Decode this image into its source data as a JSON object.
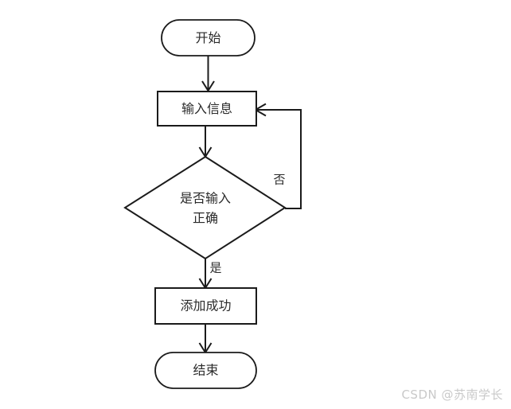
{
  "diagram": {
    "type": "flowchart",
    "title": "",
    "background_color": "#ffffff",
    "stroke_color": "#1b1b1b",
    "text_color": "#2b2b2b",
    "nodes": [
      {
        "id": "start",
        "shape": "terminator",
        "label": "开始"
      },
      {
        "id": "input",
        "shape": "process",
        "label": "输入信息"
      },
      {
        "id": "decision",
        "shape": "decision",
        "label_line1": "是否输入",
        "label_line2": "正确"
      },
      {
        "id": "success",
        "shape": "process",
        "label": "添加成功"
      },
      {
        "id": "end",
        "shape": "terminator",
        "label": "结束"
      }
    ],
    "edges": [
      {
        "from": "start",
        "to": "input",
        "label": ""
      },
      {
        "from": "input",
        "to": "decision",
        "label": ""
      },
      {
        "from": "decision",
        "to": "input",
        "label": "否"
      },
      {
        "from": "decision",
        "to": "success",
        "label": "是"
      },
      {
        "from": "success",
        "to": "end",
        "label": ""
      }
    ]
  },
  "watermark": {
    "text": "CSDN @苏南学长",
    "color": "#c9c9c9"
  }
}
